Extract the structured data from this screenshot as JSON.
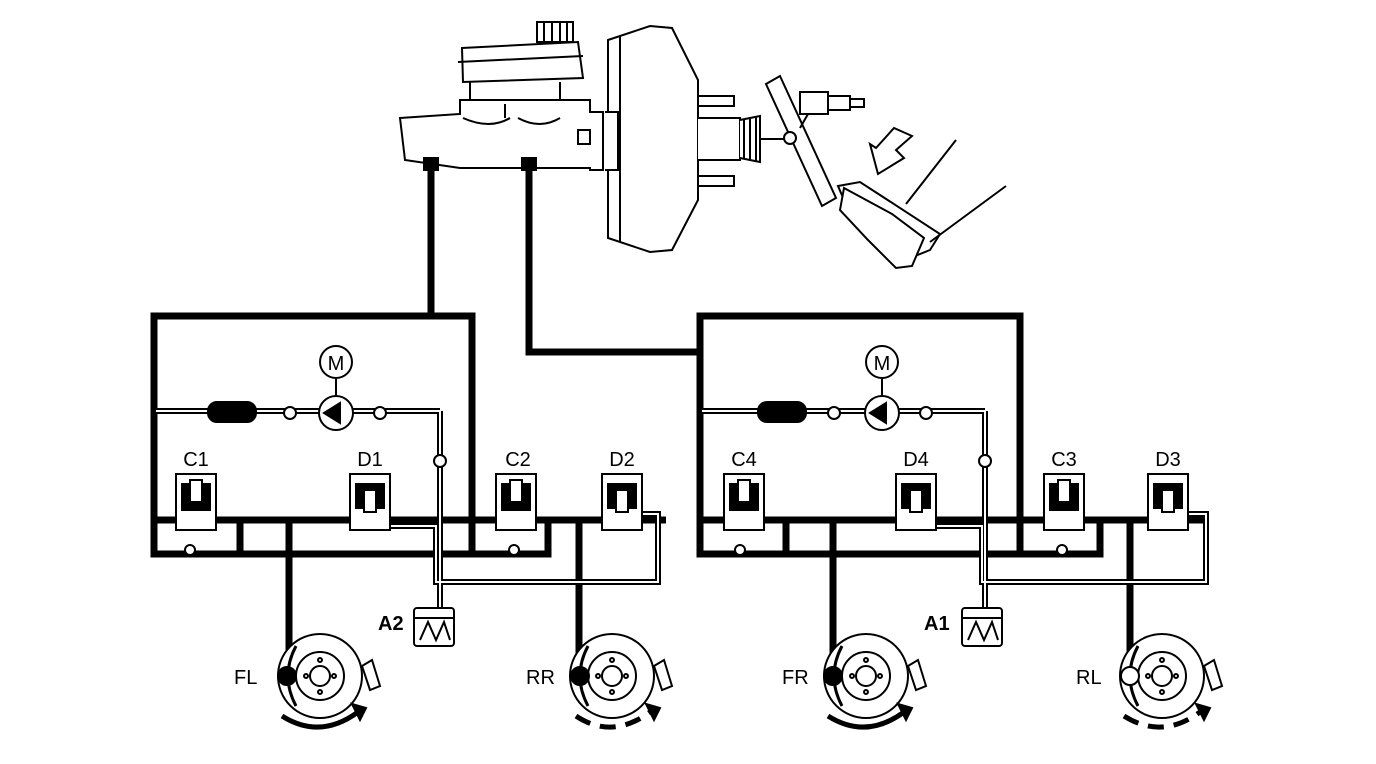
{
  "diagram": {
    "labels": {
      "motor_left": "M",
      "motor_right": "M",
      "c1": "C1",
      "d1": "D1",
      "c2": "C2",
      "d2": "D2",
      "c4": "C4",
      "d4": "D4",
      "c3": "C3",
      "d3": "D3",
      "a2": "A2",
      "a1": "A1",
      "fl": "FL",
      "rr": "RR",
      "fr": "FR",
      "rl": "RL"
    },
    "colors": {
      "line": "#000000",
      "background": "#ffffff"
    }
  }
}
